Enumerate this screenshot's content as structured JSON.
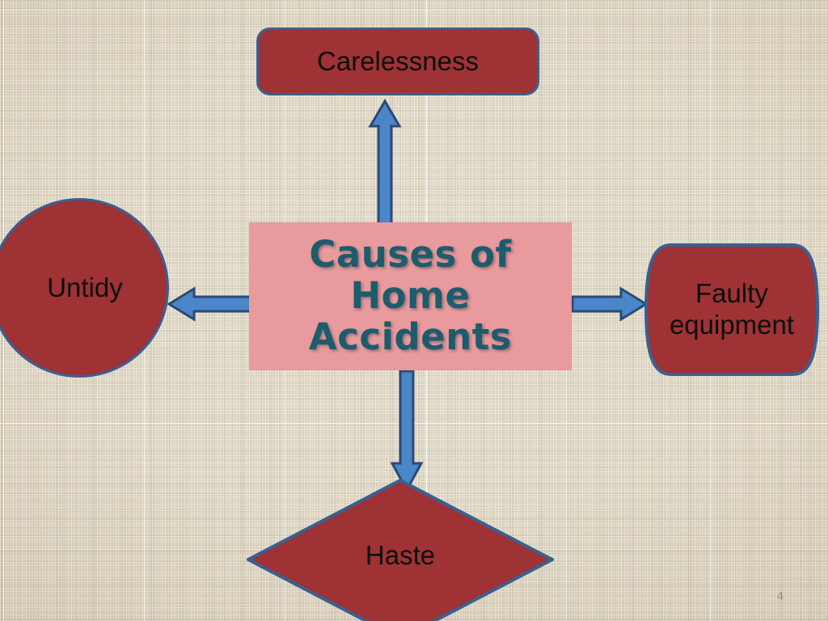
{
  "slide": {
    "title": "Causes of Home Accidents",
    "number": "4",
    "background": "#e3d9c0"
  },
  "colors": {
    "node_fill": "#9e3234",
    "node_border": "#3a6090",
    "center_fill": "#e89a9c",
    "center_text": "#1d5c6d",
    "arrow_fill": "#4a86c8",
    "arrow_border": "#2b4a74",
    "node_text": "#0d0d0d",
    "slide_number_text": "#9a938a"
  },
  "center": {
    "label": "Causes of\nHome\nAccidents"
  },
  "nodes": [
    {
      "id": "carelessness",
      "label": "Carelessness",
      "shape": "rounded-rectangle"
    },
    {
      "id": "untidy",
      "label": "Untidy",
      "shape": "circle"
    },
    {
      "id": "faulty",
      "label": "Faulty\nequipment",
      "shape": "rounded-delay"
    },
    {
      "id": "haste",
      "label": "Haste",
      "shape": "diamond"
    }
  ],
  "arrows": [
    {
      "id": "arrow-up",
      "direction": "up",
      "from": "center",
      "to": "carelessness"
    },
    {
      "id": "arrow-left",
      "direction": "left",
      "from": "center",
      "to": "untidy"
    },
    {
      "id": "arrow-right",
      "direction": "right",
      "from": "center",
      "to": "faulty"
    },
    {
      "id": "arrow-down",
      "direction": "down",
      "from": "center",
      "to": "haste"
    }
  ]
}
